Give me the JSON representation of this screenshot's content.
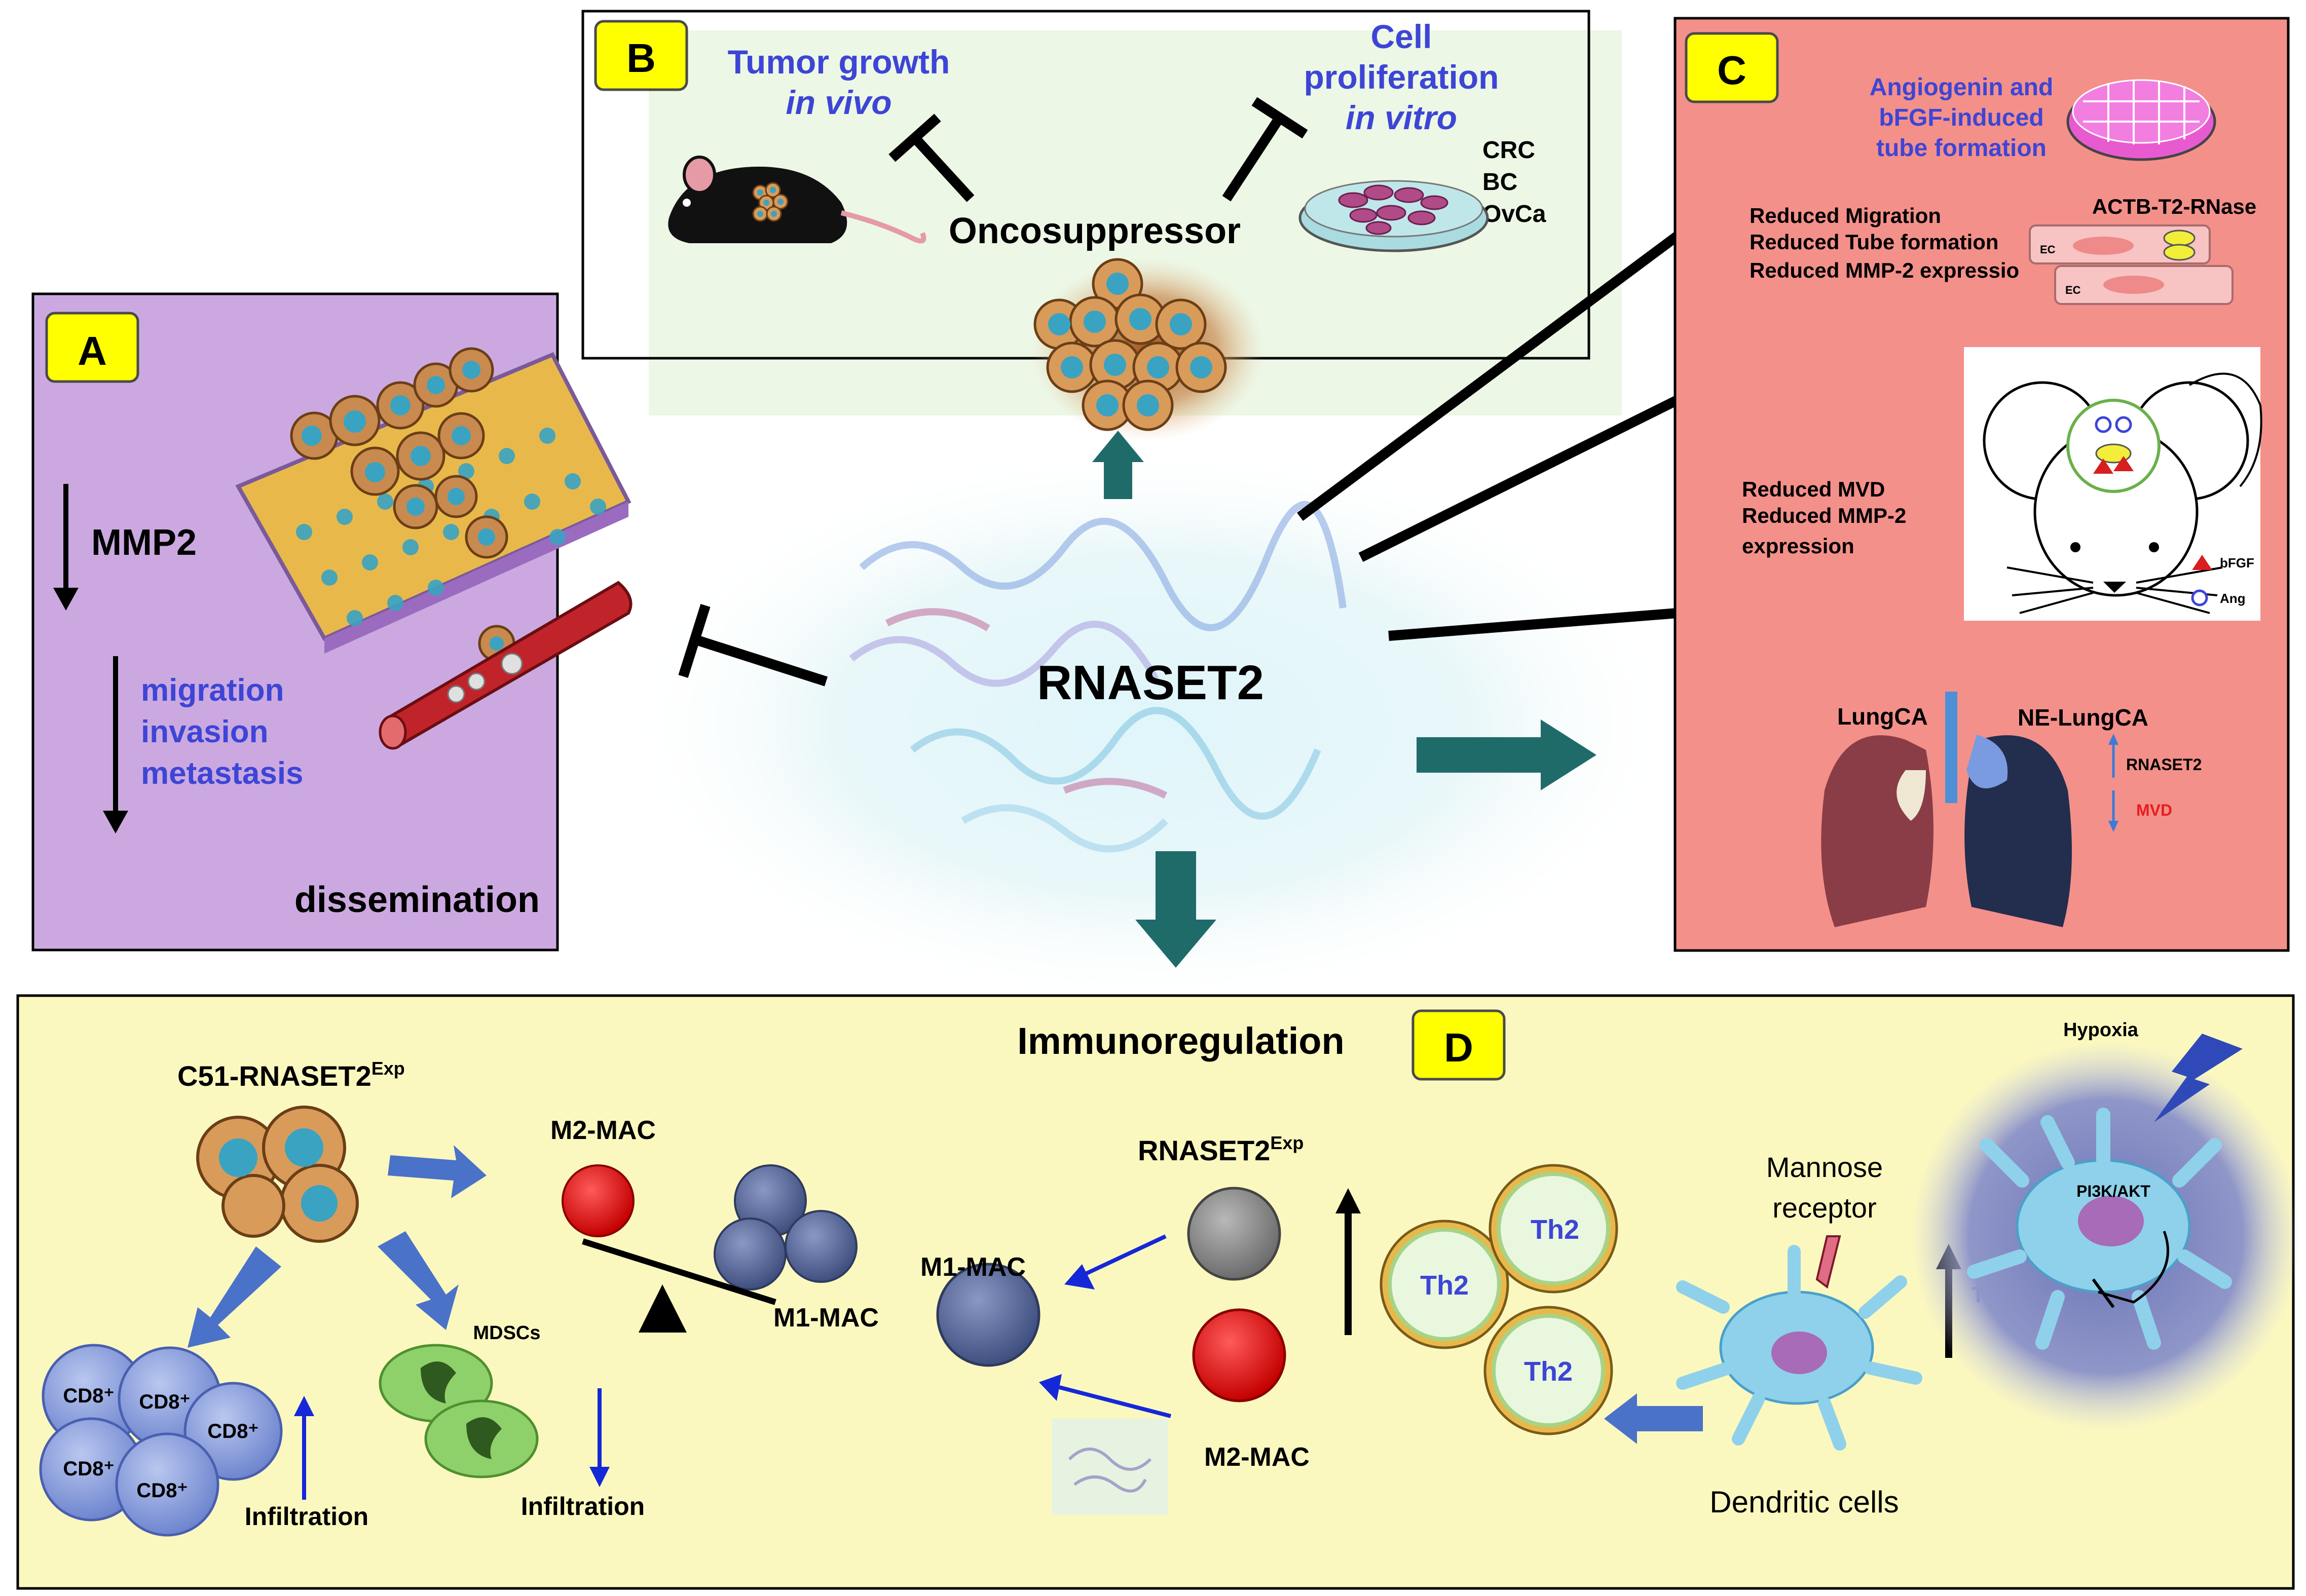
{
  "center": {
    "label": "RNASET2"
  },
  "panel_a": {
    "badge": "A",
    "mmp2": "MMP2",
    "effects": [
      "migration",
      "invasion",
      "metastasis"
    ],
    "footer": "dissemination"
  },
  "panel_b": {
    "badge": "B",
    "tumor_growth": "Tumor growth",
    "in_vivo": "in vivo",
    "cell_prolif_1": "Cell",
    "cell_prolif_2": "proliferation",
    "in_vitro": "in vitro",
    "cancers": [
      "CRC",
      "BC",
      "OvCa"
    ],
    "oncosuppressor": "Oncosuppressor"
  },
  "panel_c": {
    "badge": "C",
    "angio_lines": [
      "Angiogenin and",
      "bFGF-induced",
      "tube formation"
    ],
    "reduced_1": [
      "Reduced Migration",
      "Reduced Tube formation",
      "Reduced MMP-2 expressio"
    ],
    "actb": "ACTB-T2-RNase",
    "ec1": "EC",
    "ec2": "EC",
    "reduced_2": [
      "Reduced MVD",
      "Reduced MMP-2",
      "expression"
    ],
    "legend_bfgf": "bFGF",
    "legend_ang": "Ang",
    "lung_left": "LungCA",
    "lung_right": "NE-LungCA",
    "rnaset2_small": "RNASET2",
    "mvd": "MVD"
  },
  "panel_d": {
    "badge": "D",
    "title": "Immunoregulation",
    "c51_main": "C51-RNASET2",
    "c51_sup": "Exp",
    "m2mac_top": "M2-MAC",
    "m1mac_right": "M1-MAC",
    "cd8": [
      "CD8⁺",
      "CD8⁺",
      "CD8⁺",
      "CD8⁺",
      "CD8⁺"
    ],
    "infiltration_1": "Infiltration",
    "mdscs": "MDSCs",
    "infiltration_2": "Infiltration",
    "rnaset2exp_main": "RNASET2",
    "rnaset2exp_sup": "Exp",
    "m1mac_left": "M1-MAC",
    "m2mac_bottom": "M2-MAC",
    "th2": [
      "Th2",
      "Th2",
      "Th2"
    ],
    "mannose_1": "Mannose",
    "mannose_2": "receptor",
    "dendritic": "Dendritic cells",
    "hypoxia": "Hypoxia",
    "pi3k": "PI3K/AKT",
    "t2": "T2"
  },
  "colors": {
    "blue_text": "#3d45d6",
    "teal_arrow": "#1f6b6a",
    "badge_fill": "#ffff00",
    "panel_a_bg": "#c9a6e0",
    "panel_c_bg": "#f28b85",
    "panel_d_bg": "#fbf8bf",
    "red_text": "#e61e1e"
  }
}
